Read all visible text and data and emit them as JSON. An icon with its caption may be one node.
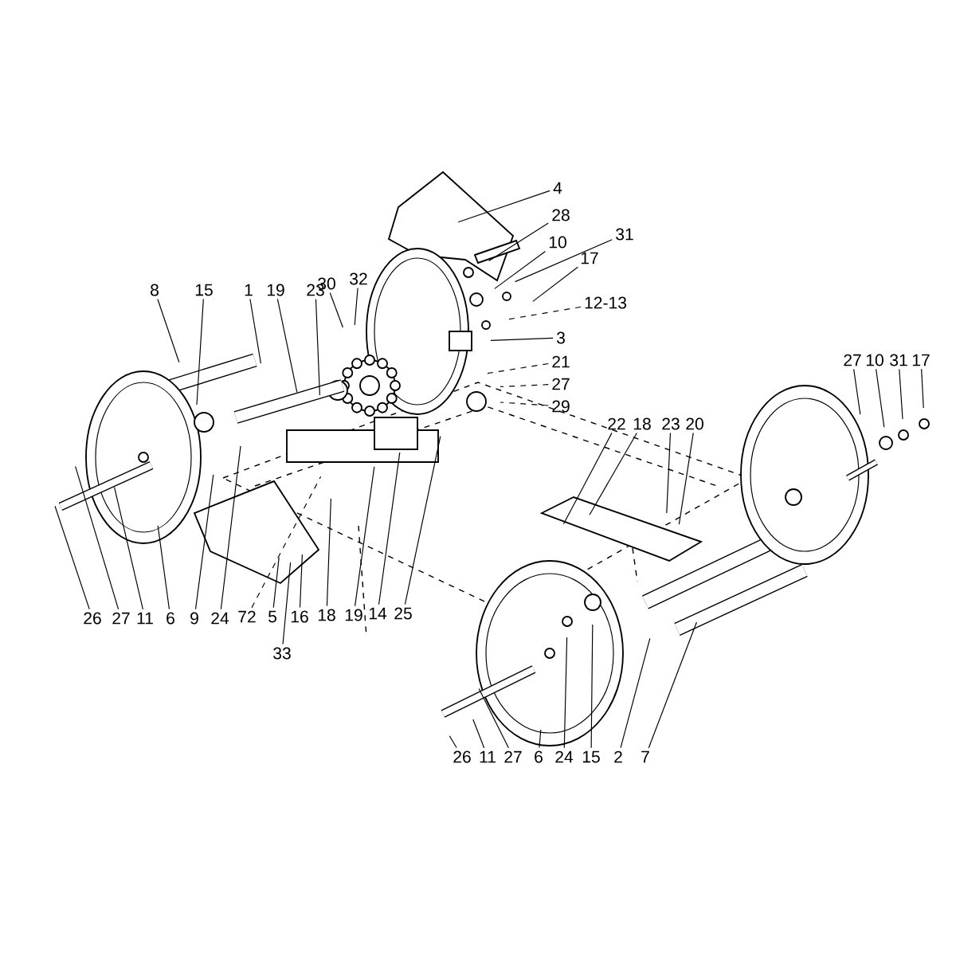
{
  "diagram": {
    "nodes": [
      {
        "text": [
          "4"
        ]
      },
      {
        "text": [
          "28"
        ]
      },
      {
        "text": [
          "31"
        ]
      },
      {
        "text": [
          "10"
        ]
      },
      {
        "text": [
          "17"
        ]
      },
      {
        "text": [
          "32"
        ]
      },
      {
        "text": [
          "30"
        ]
      },
      {
        "text": [
          "8"
        ]
      },
      {
        "text": [
          "15"
        ]
      },
      {
        "text": [
          "1"
        ]
      },
      {
        "text": [
          "19"
        ]
      },
      {
        "text": [
          "23"
        ]
      },
      {
        "text": [
          "12-13"
        ]
      },
      {
        "text": [
          "3"
        ]
      },
      {
        "text": [
          "21"
        ]
      },
      {
        "text": [
          "27"
        ]
      },
      {
        "text": [
          "29"
        ]
      },
      {
        "text": [
          "27"
        ]
      },
      {
        "text": [
          "10"
        ]
      },
      {
        "text": [
          "31"
        ]
      },
      {
        "text": [
          "17"
        ]
      },
      {
        "text": [
          "22"
        ]
      },
      {
        "text": [
          "18"
        ]
      },
      {
        "text": [
          "23"
        ]
      },
      {
        "text": [
          "20"
        ]
      },
      {
        "text": [
          "25"
        ]
      },
      {
        "text": [
          "14"
        ]
      },
      {
        "text": [
          "19"
        ]
      },
      {
        "text": [
          "18"
        ]
      },
      {
        "text": [
          "16"
        ]
      },
      {
        "text": [
          "5"
        ]
      },
      {
        "text": [
          "72"
        ]
      },
      {
        "text": [
          "24"
        ]
      },
      {
        "text": [
          "9"
        ]
      },
      {
        "text": [
          "6"
        ]
      },
      {
        "text": [
          "11"
        ]
      },
      {
        "text": [
          "27"
        ]
      },
      {
        "text": [
          "26"
        ]
      },
      {
        "text": [
          "33"
        ]
      },
      {
        "text": [
          "26"
        ]
      },
      {
        "text": [
          "11"
        ]
      },
      {
        "text": [
          "27"
        ]
      },
      {
        "text": [
          "6"
        ]
      },
      {
        "text": [
          "24"
        ]
      },
      {
        "text": [
          "15"
        ]
      },
      {
        "text": [
          "2"
        ]
      },
      {
        "text": [
          "7"
        ]
      }
    ],
    "edges": [
      {
        "from": 0,
        "to": null,
        "arrow": "none"
      },
      {
        "from": 1,
        "to": null,
        "arrow": "none"
      },
      {
        "from": 2,
        "to": null,
        "arrow": "none"
      },
      {
        "from": 3,
        "to": null,
        "arrow": "none"
      },
      {
        "from": 4,
        "to": null,
        "arrow": "none"
      },
      {
        "from": 5,
        "to": null,
        "arrow": "none"
      },
      {
        "from": 6,
        "to": null,
        "arrow": "none"
      },
      {
        "from": 7,
        "to": null,
        "arrow": "none"
      },
      {
        "from": 8,
        "to": null,
        "arrow": "none"
      },
      {
        "from": 9,
        "to": null,
        "arrow": "none"
      },
      {
        "from": 10,
        "to": null,
        "arrow": "none"
      },
      {
        "from": 11,
        "to": null,
        "arrow": "none"
      },
      {
        "from": 12,
        "to": null,
        "arrow": "none",
        "style": "dashed"
      },
      {
        "from": 13,
        "to": null,
        "arrow": "none"
      },
      {
        "from": 14,
        "to": null,
        "arrow": "none",
        "style": "dashed"
      },
      {
        "from": 15,
        "to": null,
        "arrow": "none",
        "style": "dashed"
      },
      {
        "from": 16,
        "to": null,
        "arrow": "none",
        "style": "dashed"
      },
      {
        "from": 17,
        "to": null,
        "arrow": "none"
      },
      {
        "from": 18,
        "to": null,
        "arrow": "none"
      },
      {
        "from": 19,
        "to": null,
        "arrow": "none"
      },
      {
        "from": 20,
        "to": null,
        "arrow": "none"
      },
      {
        "from": 21,
        "to": null,
        "arrow": "none"
      },
      {
        "from": 22,
        "to": null,
        "arrow": "none"
      },
      {
        "from": 23,
        "to": null,
        "arrow": "none"
      },
      {
        "from": 24,
        "to": null,
        "arrow": "none"
      },
      {
        "from": 25,
        "to": null,
        "arrow": "none"
      },
      {
        "from": 26,
        "to": null,
        "arrow": "none"
      },
      {
        "from": 27,
        "to": null,
        "arrow": "none"
      },
      {
        "from": 28,
        "to": null,
        "arrow": "none"
      },
      {
        "from": 29,
        "to": null,
        "arrow": "none"
      },
      {
        "from": 30,
        "to": null,
        "arrow": "none"
      },
      {
        "from": 31,
        "to": null,
        "arrow": "none",
        "style": "dashed"
      },
      {
        "from": 32,
        "to": null,
        "arrow": "none"
      },
      {
        "from": 33,
        "to": null,
        "arrow": "none"
      },
      {
        "from": 34,
        "to": null,
        "arrow": "none"
      },
      {
        "from": 35,
        "to": null,
        "arrow": "none"
      },
      {
        "from": 36,
        "to": null,
        "arrow": "none"
      },
      {
        "from": 37,
        "to": null,
        "arrow": "none"
      },
      {
        "from": 38,
        "to": null,
        "arrow": "none"
      },
      {
        "from": 39,
        "to": null,
        "arrow": "none"
      },
      {
        "from": 40,
        "to": null,
        "arrow": "none"
      },
      {
        "from": 41,
        "to": null,
        "arrow": "none"
      },
      {
        "from": 42,
        "to": null,
        "arrow": "none"
      },
      {
        "from": 43,
        "to": null,
        "arrow": "none"
      },
      {
        "from": 44,
        "to": null,
        "arrow": "none"
      },
      {
        "from": 45,
        "to": null,
        "arrow": "none"
      },
      {
        "from": 46,
        "to": null,
        "arrow": "none"
      }
    ]
  }
}
